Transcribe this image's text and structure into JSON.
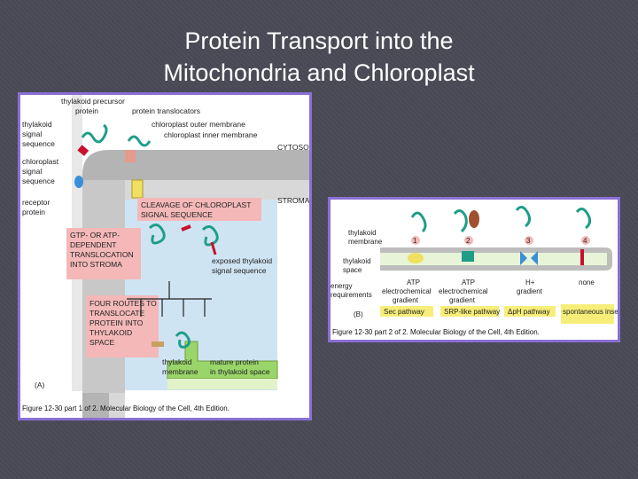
{
  "slide": {
    "title_line1": "Protein Transport into the",
    "title_line2": "Mitochondria and Chloroplast"
  },
  "figure_a": {
    "thylakoid_precursor": [
      "thylakoid precursor",
      "protein"
    ],
    "protein_translocators": "protein translocators",
    "outer_membrane": "chloroplast outer membrane",
    "inner_membrane": "chloroplast inner membrane",
    "cytosol": "CYTOSOL",
    "stroma": "STROMA",
    "thylakoid_signal": [
      "thylakoid",
      "signal",
      "sequence"
    ],
    "chloroplast_signal": [
      "chloroplast",
      "signal",
      "sequence"
    ],
    "receptor_protein": [
      "receptor",
      "protein"
    ],
    "cleavage": [
      "CLEAVAGE OF CHLOROPLAST",
      "SIGNAL SEQUENCE"
    ],
    "translocation": [
      "GTP- OR ATP-",
      "DEPENDENT",
      "TRANSLOCATION",
      "INTO STROMA"
    ],
    "exposed_signal": [
      "exposed thylakoid",
      "signal sequence"
    ],
    "four_routes": [
      "FOUR ROUTES TO",
      "TRANSLOCATE",
      "PROTEIN INTO",
      "THYLAKOID",
      "SPACE"
    ],
    "thylakoid_membrane": [
      "thylakoid",
      "membrane"
    ],
    "mature_protein": [
      "mature protein",
      "in thylakoid space"
    ],
    "panel": "(A)",
    "caption": "Figure 12-30 part 1 of 2. Molecular Biology of the Cell, 4th Edition."
  },
  "figure_b": {
    "thylakoid_membrane": [
      "thylakoid",
      "membrane"
    ],
    "thylakoid_space": [
      "thylakoid",
      "space"
    ],
    "route_numbers": [
      "1",
      "2",
      "3",
      "4"
    ],
    "energy_label": [
      "energy",
      "requirements"
    ],
    "energy": [
      [
        "ATP",
        "electrochemical",
        "gradient"
      ],
      [
        "ATP",
        "electrochemical",
        "gradient"
      ],
      [
        "H+",
        "gradient"
      ],
      [
        "none"
      ]
    ],
    "pathways": [
      "Sec pathway",
      "SRP-like pathway",
      "ΔpH pathway",
      "spontaneous insertion"
    ],
    "panel": "(B)",
    "caption": "Figure 12-30 part 2 of 2. Molecular Biology of the Cell, 4th Edition."
  },
  "colors": {
    "background": "#4a4a56",
    "frame": "#8a6fd6",
    "membrane_gray": "#b4b4b4",
    "label_pink": "#f4b8b8",
    "protein_green": "#1e9e8a",
    "signal_red": "#c8102e",
    "highlight_yellow": "#f7ee7a"
  }
}
